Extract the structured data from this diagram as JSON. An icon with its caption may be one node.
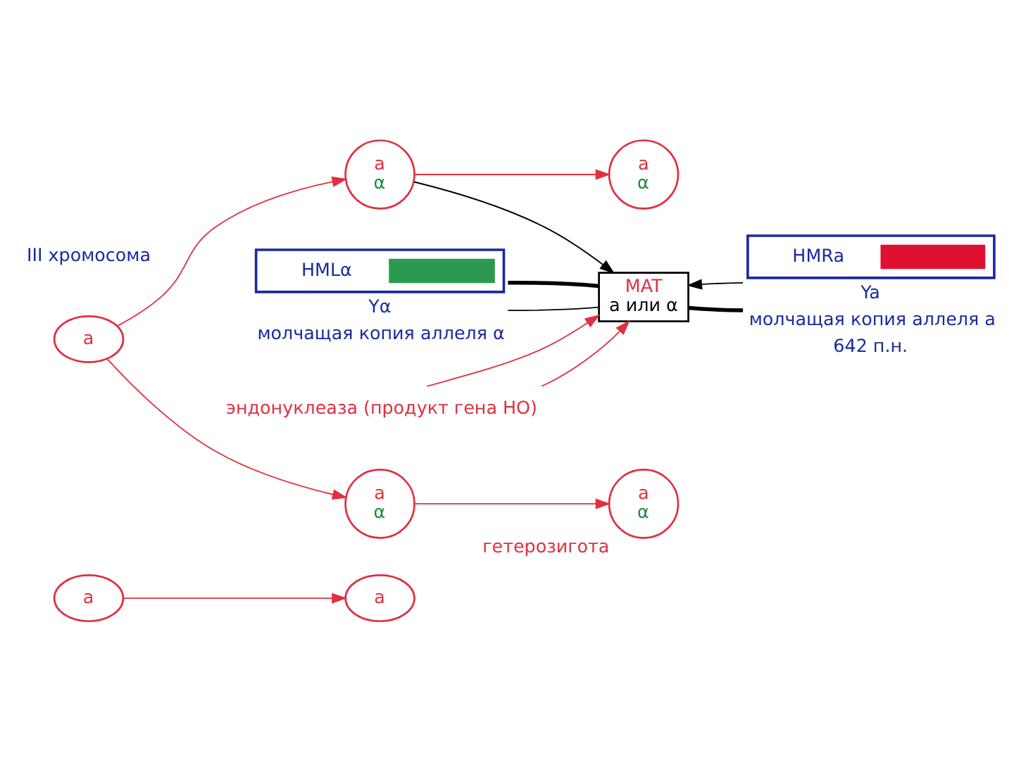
{
  "diagram": {
    "nodes": [
      {
        "text": [
          "a"
        ]
      },
      {
        "text": [
          "a"
        ]
      },
      {
        "text": [
          "a"
        ]
      },
      {
        "text": [
          "a",
          "α"
        ]
      },
      {
        "text": [
          "a",
          "α"
        ]
      },
      {
        "text": [
          "a",
          "α"
        ]
      },
      {
        "text": [
          "a",
          "α"
        ],
        "beside": [
          "гетерозигота"
        ]
      },
      {
        "text": [
          "HMLα"
        ],
        "beside": [
          "Yα",
          "молчащая копия аллеля α"
        ]
      },
      {
        "text": [
          "MAT",
          "a или α"
        ]
      },
      {
        "text": [
          "HMRa"
        ],
        "beside": [
          "Ya",
          "молчащая копия аллеля a",
          "642 п.н."
        ]
      },
      {
        "text": [
          "эндонуклеаза (продукт гена HO)"
        ]
      }
    ],
    "edges": [
      {
        "from": 0,
        "to": 1,
        "arrow": "to"
      },
      {
        "from": 2,
        "to": 3,
        "arrow": "to"
      },
      {
        "from": 2,
        "to": 4,
        "arrow": "to"
      },
      {
        "from": 3,
        "to": 5,
        "arrow": "to"
      },
      {
        "from": 4,
        "to": 6,
        "arrow": "to"
      },
      {
        "from": 3,
        "to": 8,
        "arrow": "to",
        "color": "#000000"
      },
      {
        "from": 7,
        "to": 8,
        "arrow": "none",
        "color": "#000000"
      },
      {
        "from": 9,
        "to": 8,
        "arrow": "to",
        "color": "#000000"
      },
      {
        "from": 7,
        "to": 8,
        "arrow": "none",
        "style": "thick",
        "color": "#000000"
      },
      {
        "from": 8,
        "to": 9,
        "arrow": "none",
        "style": "thick",
        "color": "#000000"
      },
      {
        "from": 10,
        "to": 8,
        "arrow": "to"
      },
      {
        "from": 10,
        "to": 8,
        "arrow": "to"
      }
    ],
    "labels": [
      "III хромосома"
    ]
  }
}
